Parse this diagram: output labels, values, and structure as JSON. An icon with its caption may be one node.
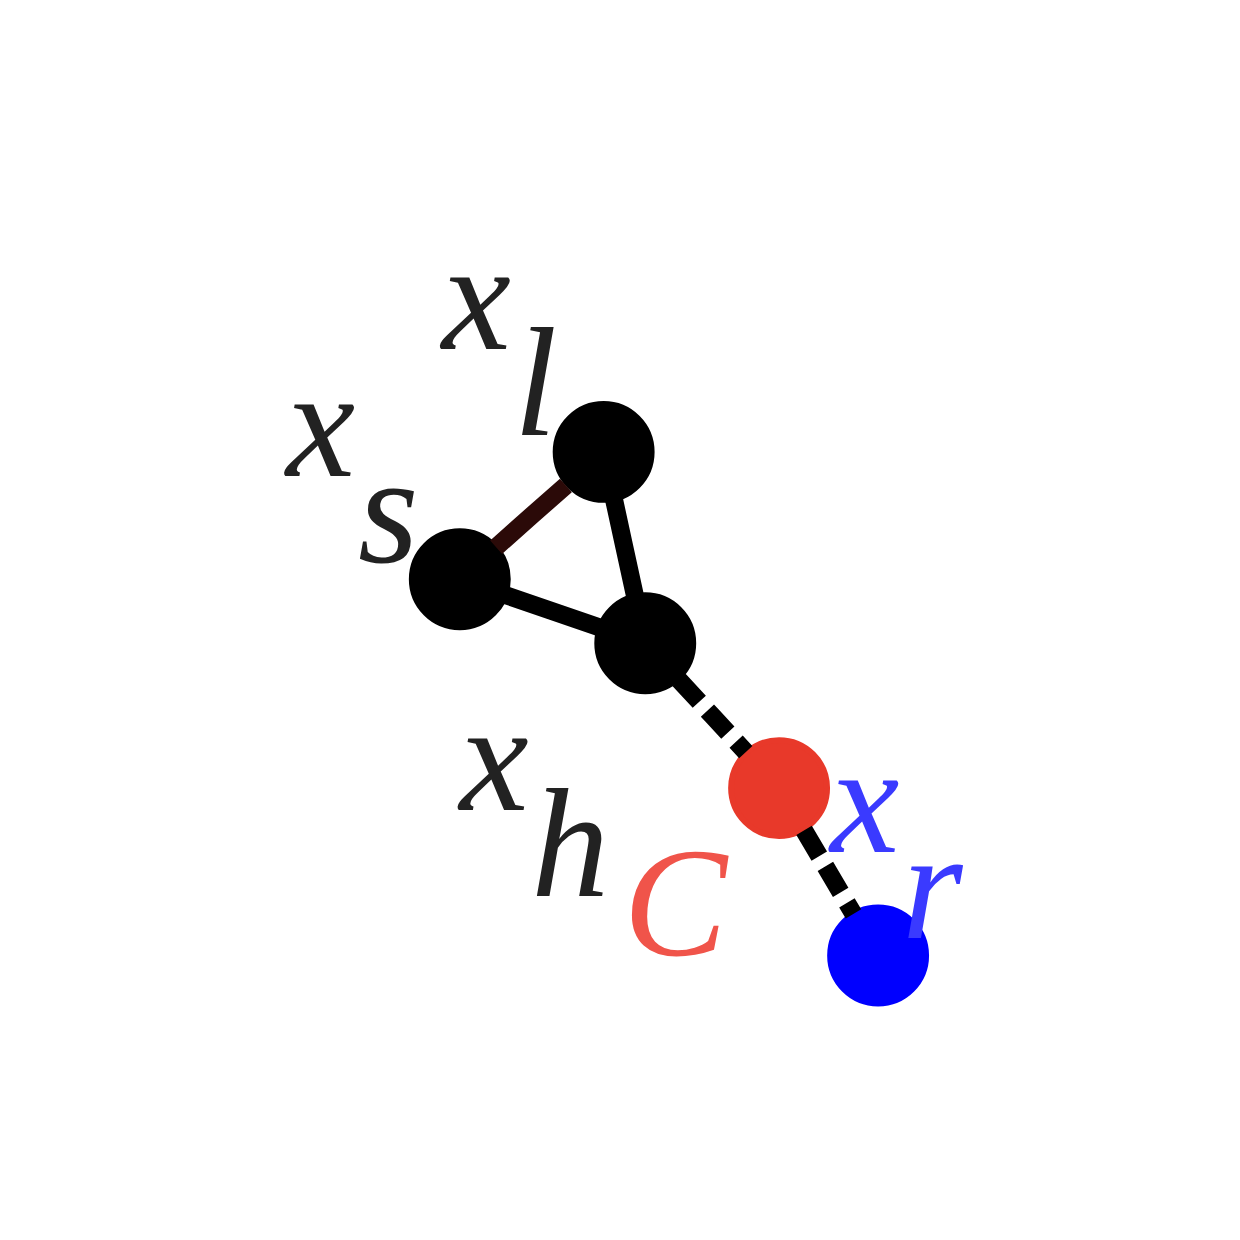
{
  "diagram": {
    "nodes": [
      {
        "text": [],
        "shape": "circle",
        "beside": [
          "x$_{s}$"
        ]
      },
      {
        "text": [],
        "shape": "circle",
        "beside": [
          "C"
        ]
      },
      {
        "text": [],
        "shape": "circle",
        "beside": [
          "x$_{r}$"
        ]
      },
      {
        "text": [],
        "shape": "circle",
        "beside": [
          "x$_{l}$"
        ]
      },
      {
        "text": [],
        "shape": "circle",
        "beside": [
          "x$_{h}$"
        ]
      }
    ],
    "edges": [
      {
        "from": 0,
        "to": 4,
        "arrow": "none"
      },
      {
        "from": 4,
        "to": 3,
        "arrow": "none"
      },
      {
        "from": 0,
        "to": 3,
        "arrow": "none",
        "color": "#2b0a08"
      },
      {
        "from": 4,
        "to": 1,
        "arrow": "none",
        "style": "dashed"
      },
      {
        "from": 1,
        "to": 2,
        "arrow": "none",
        "style": "dashed"
      }
    ]
  }
}
